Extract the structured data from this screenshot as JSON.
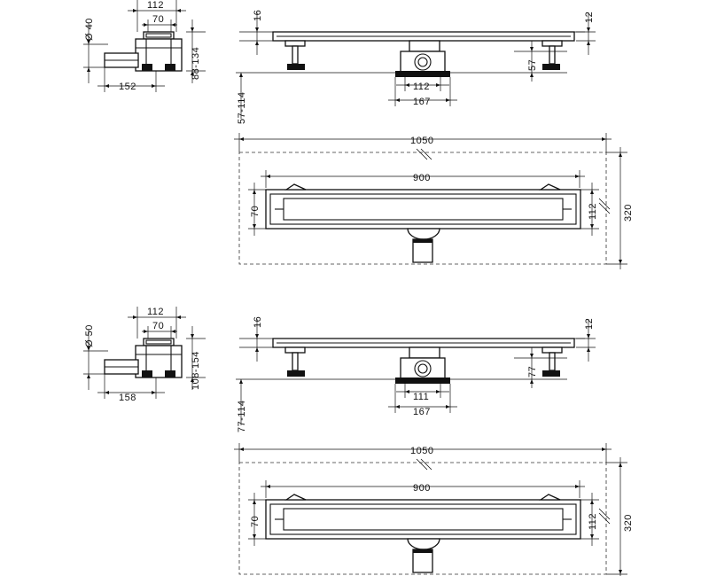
{
  "variant_top": {
    "side": {
      "d1": "112",
      "d2": "70",
      "dia": "Ø 40",
      "h": "88-134",
      "w": "152"
    },
    "front": {
      "t1": "16",
      "t2": "12",
      "h1": "57",
      "w1": "112",
      "w2": "167",
      "hr": "57-114"
    },
    "plan": {
      "w_outer": "1050",
      "w_inner": "900",
      "h_left": "70",
      "h_right": "112",
      "h_outer": "320"
    }
  },
  "variant_bottom": {
    "side": {
      "d1": "112",
      "d2": "70",
      "dia": "Ø 50",
      "h": "108-154",
      "w": "158"
    },
    "front": {
      "t1": "16",
      "t2": "12",
      "h1": "77",
      "w1": "111",
      "w2": "167",
      "hr": "77-114"
    },
    "plan": {
      "w_outer": "1050",
      "w_inner": "900",
      "h_left": "70",
      "h_right": "112",
      "h_outer": "320"
    }
  }
}
